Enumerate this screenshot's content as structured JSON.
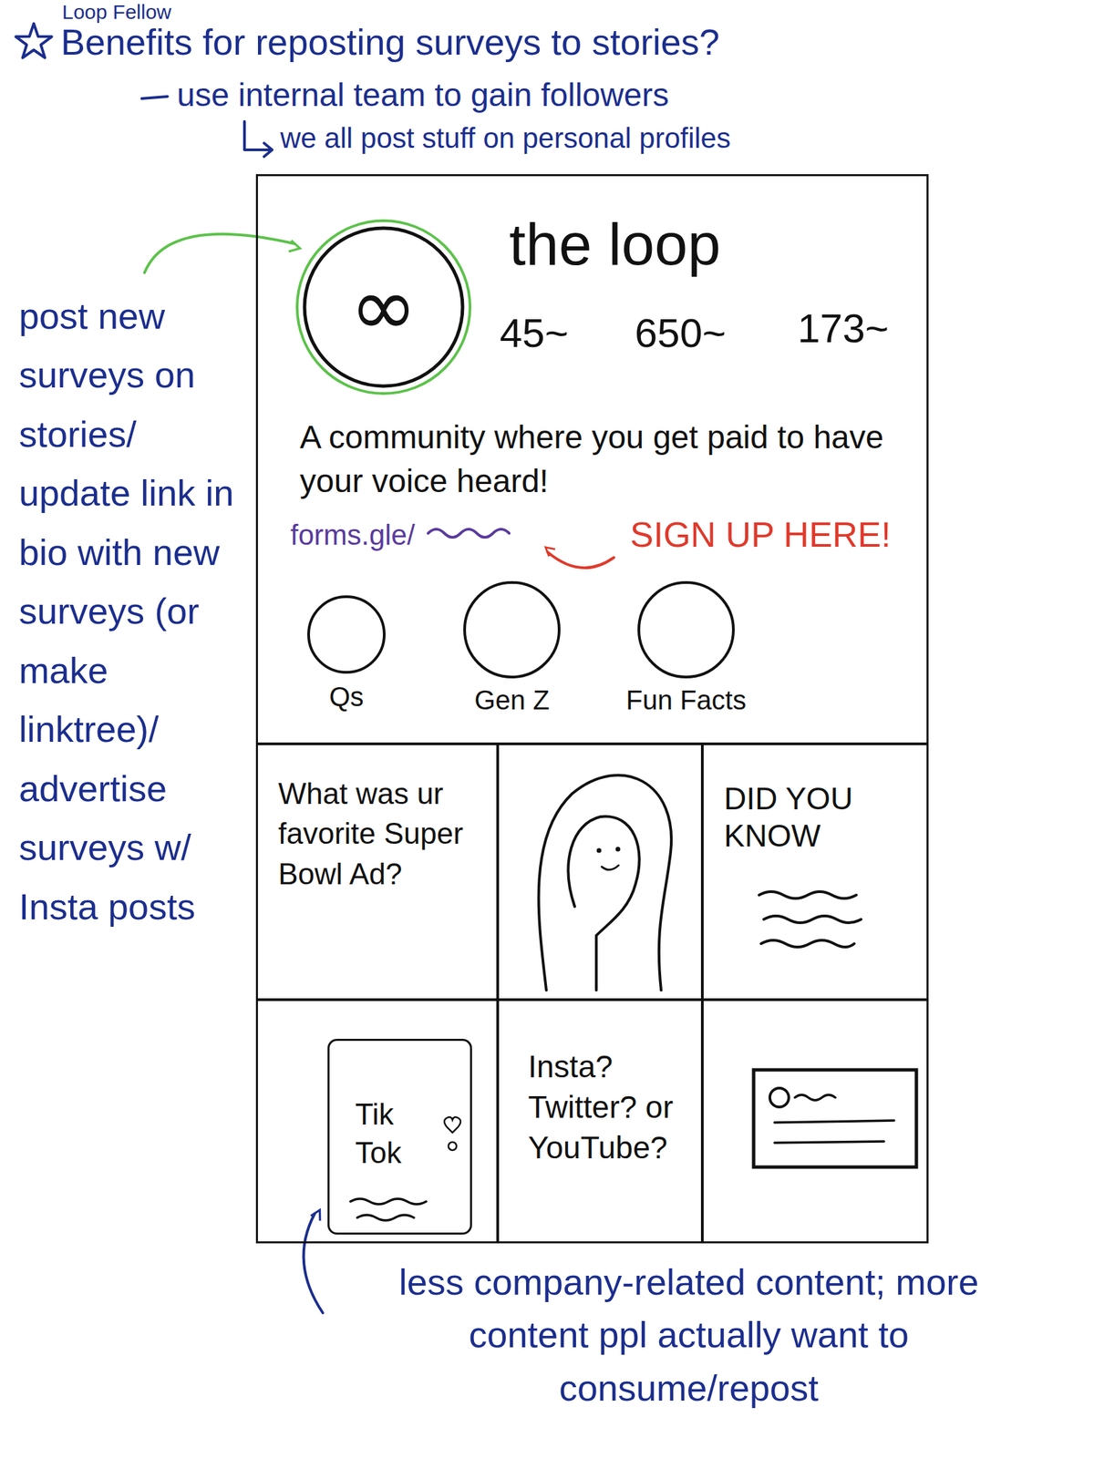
{
  "diagram": {
    "nodes": [
      {
        "text": [
          "the loop",
          "45~",
          "650~",
          "173~",
          "A community where you get paid to have your voice heard!",
          "forms.gle/",
          "SIGN UP HERE!"
        ]
      },
      {
        "text": [
          "∞"
        ],
        "in": 0
      },
      {
        "text": [
          "Qs"
        ],
        "in": 0
      },
      {
        "text": [
          "Gen Z"
        ],
        "in": 0
      },
      {
        "text": [
          "Fun Facts"
        ],
        "in": 0
      },
      {
        "text": [
          "What was ur favorite Super Bowl Ad?"
        ],
        "in": 0
      },
      {
        "text": [
          "DID YOU KNOW"
        ],
        "in": 0
      },
      {
        "text": [
          "Tik Tok"
        ],
        "in": 0
      },
      {
        "text": [
          "Insta? Twitter? or YouTube?"
        ],
        "in": 0
      }
    ],
    "labels": [
      "Loop Fellow",
      "Benefits for reposting surveys to stories?",
      "use internal team to gain followers",
      "we all post stuff on personal profiles",
      "post new surveys on stories/ update link in bio with new surveys (or make linktree)/ advertise surveys w/ Insta posts",
      "less company-related content; more content ppl actually want to consume/repost"
    ]
  }
}
